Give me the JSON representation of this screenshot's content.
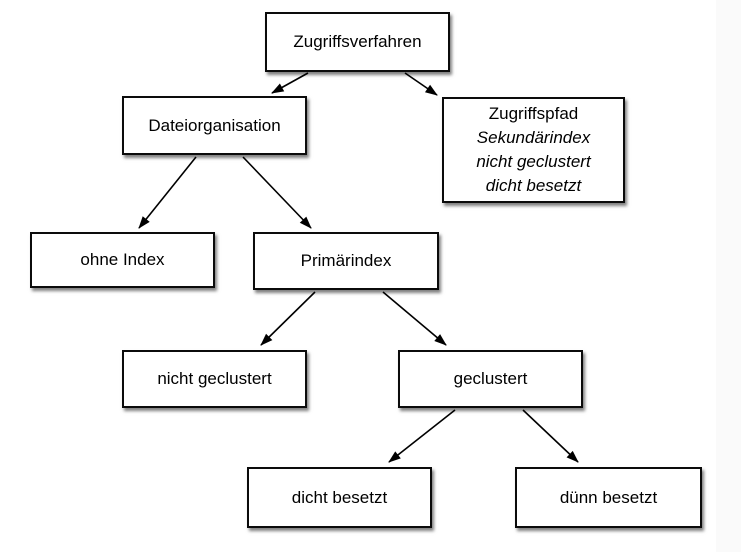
{
  "diagram": {
    "nodes": {
      "zugriffsverfahren": {
        "label": "Zugriffsverfahren"
      },
      "dateiorganisation": {
        "label": "Dateiorganisation"
      },
      "zugriffspfad": {
        "line1": "Zugriffspfad",
        "line2": "Sekundärindex",
        "line3": "nicht geclustert",
        "line4": "dicht besetzt"
      },
      "ohne_index": {
        "label": "ohne Index"
      },
      "primaerindex": {
        "label": "Primärindex"
      },
      "nicht_geclustert": {
        "label": "nicht geclustert"
      },
      "geclustert": {
        "label": "geclustert"
      },
      "dicht_besetzt": {
        "label": "dicht besetzt"
      },
      "duenn_besetzt": {
        "label": "dünn besetzt"
      }
    },
    "edges": [
      {
        "from": "Zugriffsverfahren",
        "to": "Dateiorganisation"
      },
      {
        "from": "Zugriffsverfahren",
        "to": "Zugriffspfad"
      },
      {
        "from": "Dateiorganisation",
        "to": "ohne Index"
      },
      {
        "from": "Dateiorganisation",
        "to": "Primärindex"
      },
      {
        "from": "Primärindex",
        "to": "nicht geclustert"
      },
      {
        "from": "Primärindex",
        "to": "geclustert"
      },
      {
        "from": "geclustert",
        "to": "dicht besetzt"
      },
      {
        "from": "geclustert",
        "to": "dünn besetzt"
      }
    ],
    "colors": {
      "box_background": "#ffffff",
      "box_border": "#0b0b0b",
      "arrow": "#000000",
      "page_edge": "#fafafa"
    }
  }
}
